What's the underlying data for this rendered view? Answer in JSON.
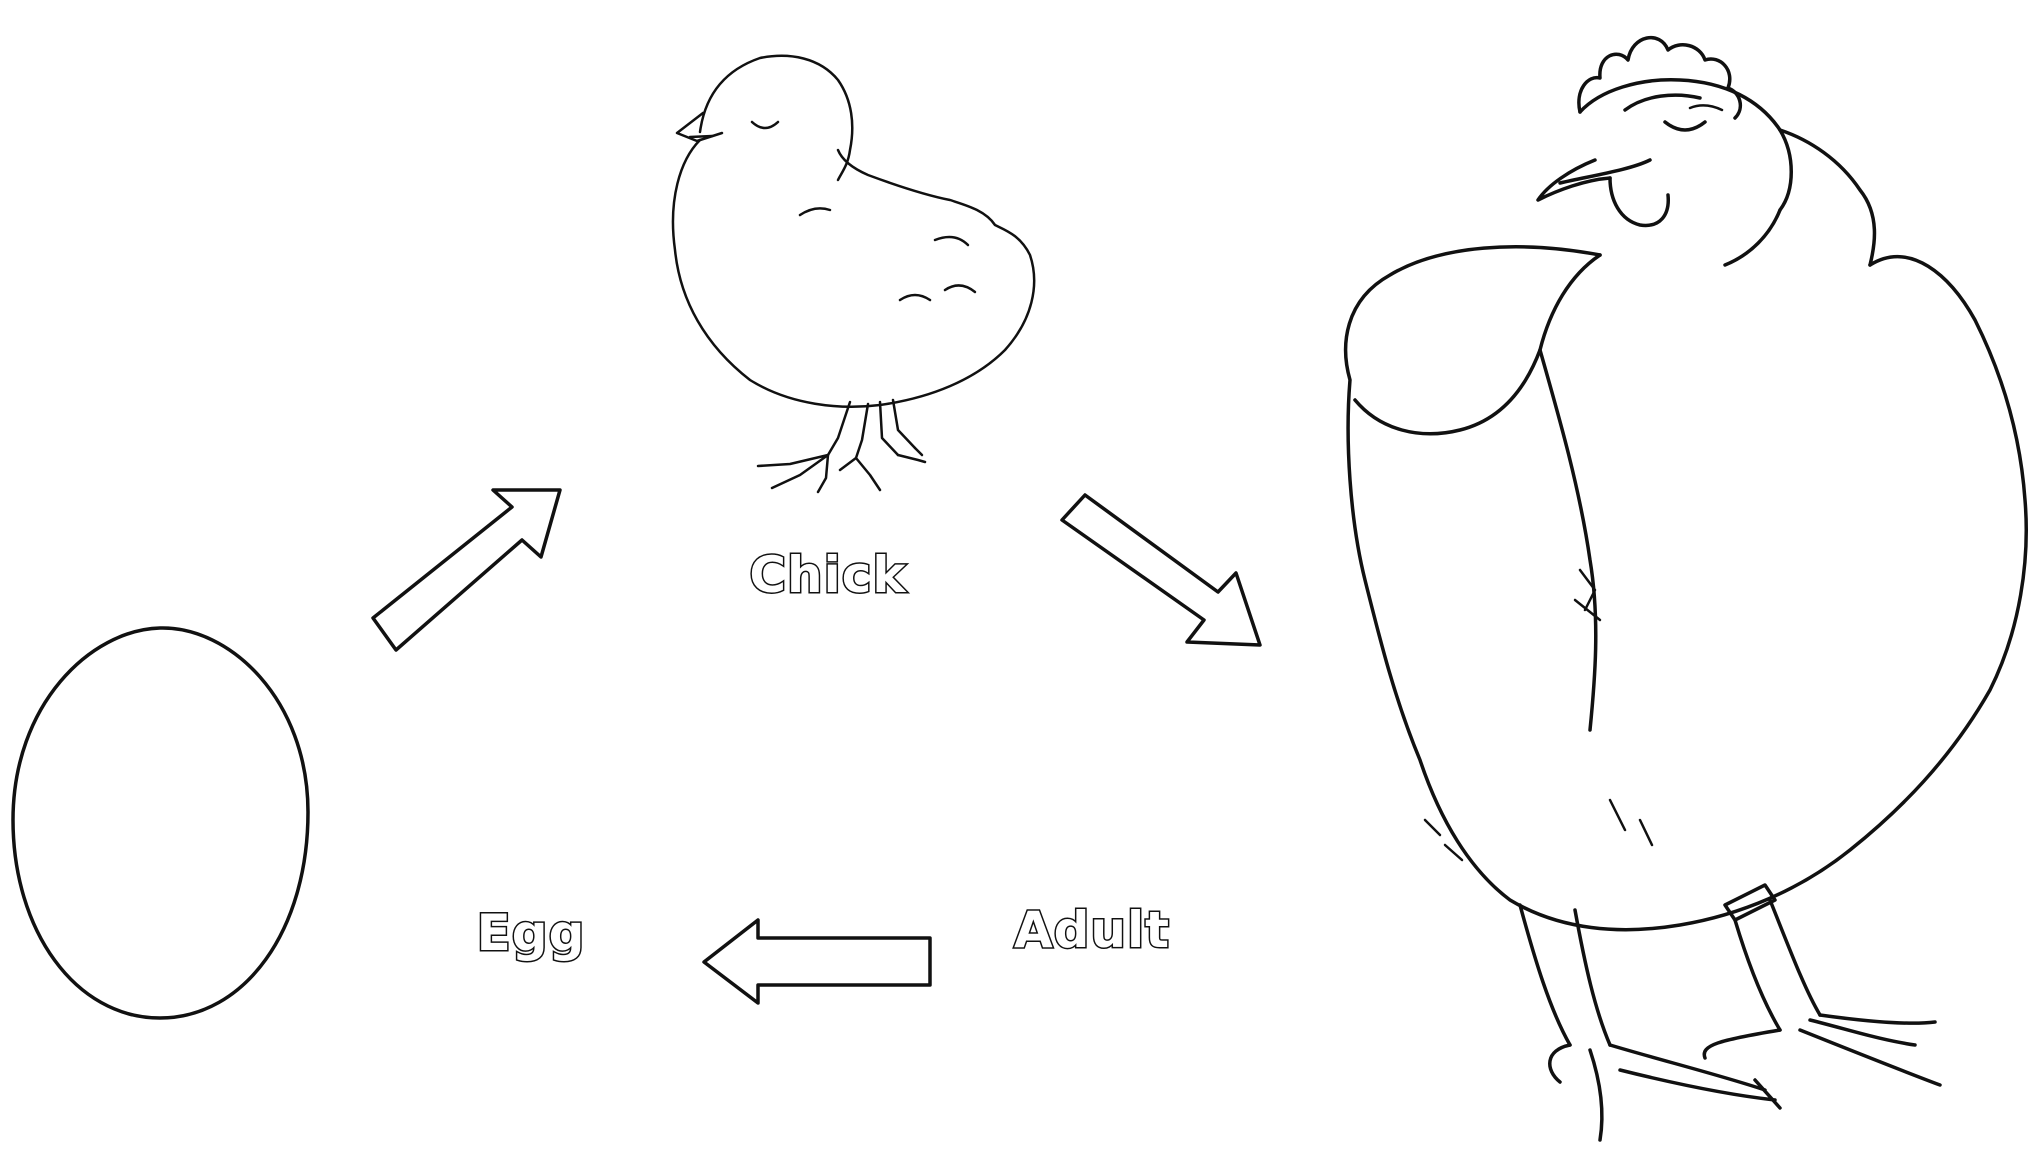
{
  "stages": {
    "chick": "Chick",
    "adult": "Adult",
    "egg": "Egg"
  },
  "colors": {
    "outline": "#111111",
    "background": "#ffffff"
  },
  "icons": [
    "egg-icon",
    "chick-icon",
    "hen-icon",
    "arrow-icon"
  ]
}
